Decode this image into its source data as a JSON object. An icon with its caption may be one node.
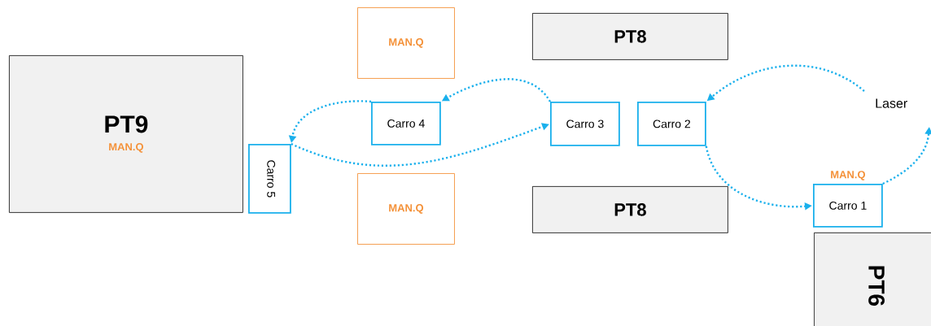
{
  "diagram": {
    "nodes": [
      {
        "text": [
          "PT9",
          "MAN.Q"
        ]
      },
      {
        "text": [
          "Carro 5"
        ]
      },
      {
        "text": [
          "MAN.Q"
        ]
      },
      {
        "text": [
          "Carro 4"
        ]
      },
      {
        "text": [
          "MAN.Q"
        ]
      },
      {
        "text": [
          "PT8"
        ]
      },
      {
        "text": [
          "Carro 3"
        ]
      },
      {
        "text": [
          "Carro 2"
        ]
      },
      {
        "text": [
          "PT8"
        ]
      },
      {
        "text": [
          "Laser"
        ]
      },
      {
        "text": [
          "Carro 1"
        ],
        "beside": [
          "MAN.Q"
        ]
      },
      {
        "text": [
          "PT6"
        ]
      }
    ],
    "edges": [
      {
        "from": 9,
        "to": 7,
        "arrow": "to"
      },
      {
        "from": 10,
        "to": null,
        "arrow": "to"
      },
      {
        "from": 7,
        "to": 10,
        "arrow": "to"
      },
      {
        "from": 6,
        "to": 3,
        "arrow": "to"
      },
      {
        "from": 3,
        "to": 1,
        "arrow": "to"
      },
      {
        "from": 1,
        "to": 6,
        "arrow": "to"
      }
    ]
  }
}
